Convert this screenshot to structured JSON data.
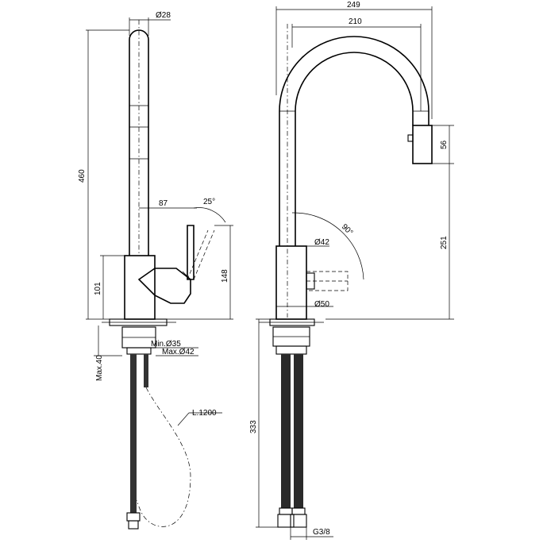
{
  "side_view": {
    "spout_diameter": "Ø28",
    "total_height": "460",
    "lever_reach": "87",
    "lever_angle": "25°",
    "body_height": "101",
    "lever_height": "148",
    "hole_min": "Min.Ø35",
    "hole_max": "Max.Ø42",
    "deck_max": "Max.40",
    "hose_length": "L.1200"
  },
  "front_view": {
    "overall_width": "249",
    "spout_reach": "210",
    "outlet_height": "56",
    "outlet_clearance": "251",
    "rotation": "90°",
    "body_diameter": "Ø42",
    "base_diameter": "Ø50",
    "hose_length": "333",
    "thread": "G3/8"
  }
}
